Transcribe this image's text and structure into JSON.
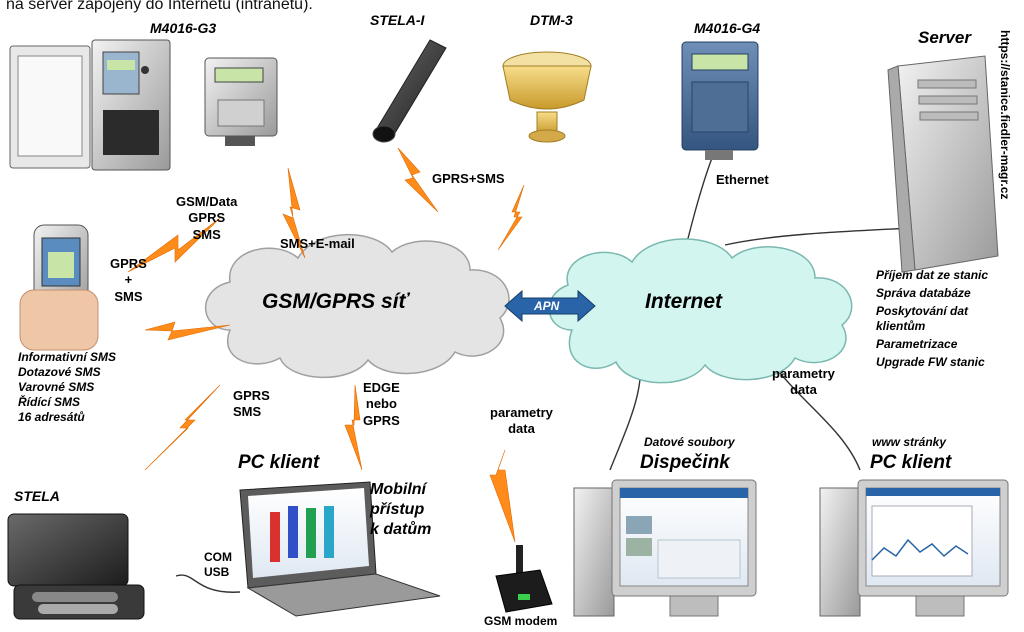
{
  "header_text": "na server zapojený do Internetu (intranetu).",
  "devices": {
    "m4016_g3": "M4016-G3",
    "stela_i": "STELA-I",
    "dtm_3": "DTM-3",
    "m4016_g4": "M4016-G4",
    "server": "Server",
    "stela": "STELA",
    "gsm_modem": "GSM modem"
  },
  "server_url": "https://stanice.fiedler-magr.cz",
  "networks": {
    "gsm": "GSM/GPRS síť",
    "internet": "Internet",
    "apn": "APN"
  },
  "links": {
    "gsm_data": [
      "GSM/Data",
      "GPRS",
      "SMS"
    ],
    "sms_email": "SMS+E-mail",
    "gprs_sms_top": "GPRS+SMS",
    "ethernet": "Ethernet",
    "phone": [
      "GPRS",
      "+",
      "SMS"
    ],
    "gprs_sms_left": [
      "GPRS",
      "SMS"
    ],
    "edge": [
      "EDGE",
      "nebo",
      "GPRS"
    ],
    "parametry_data_1": [
      "parametry",
      "data"
    ],
    "parametry_data_2": [
      "parametry",
      "data"
    ],
    "com_usb": [
      "COM",
      "USB"
    ]
  },
  "sms_list": [
    "Informativní SMS",
    "Dotazové SMS",
    "Varovné SMS",
    "Řídící SMS",
    "16 adresátů"
  ],
  "server_functions": [
    "Příjem dat ze stanic",
    "Správa databáze",
    "Poskytování dat",
    "klientům",
    "Parametrizace",
    "Upgrade FW stanic"
  ],
  "pc_client": {
    "title": "PC klient",
    "mobile": [
      "Mobilní",
      "přístup",
      "k datům"
    ]
  },
  "dispatch": {
    "subtitle": "Datové soubory",
    "title": "Dispečink"
  },
  "web_client": {
    "subtitle": "www stránky",
    "title": "PC klient"
  },
  "colors": {
    "bolt": "#ff8c1a",
    "gsm_cloud": "#e4e4e4",
    "internet_cloud": "#d2f5f0",
    "apn_arrow": "#2a64a8"
  }
}
